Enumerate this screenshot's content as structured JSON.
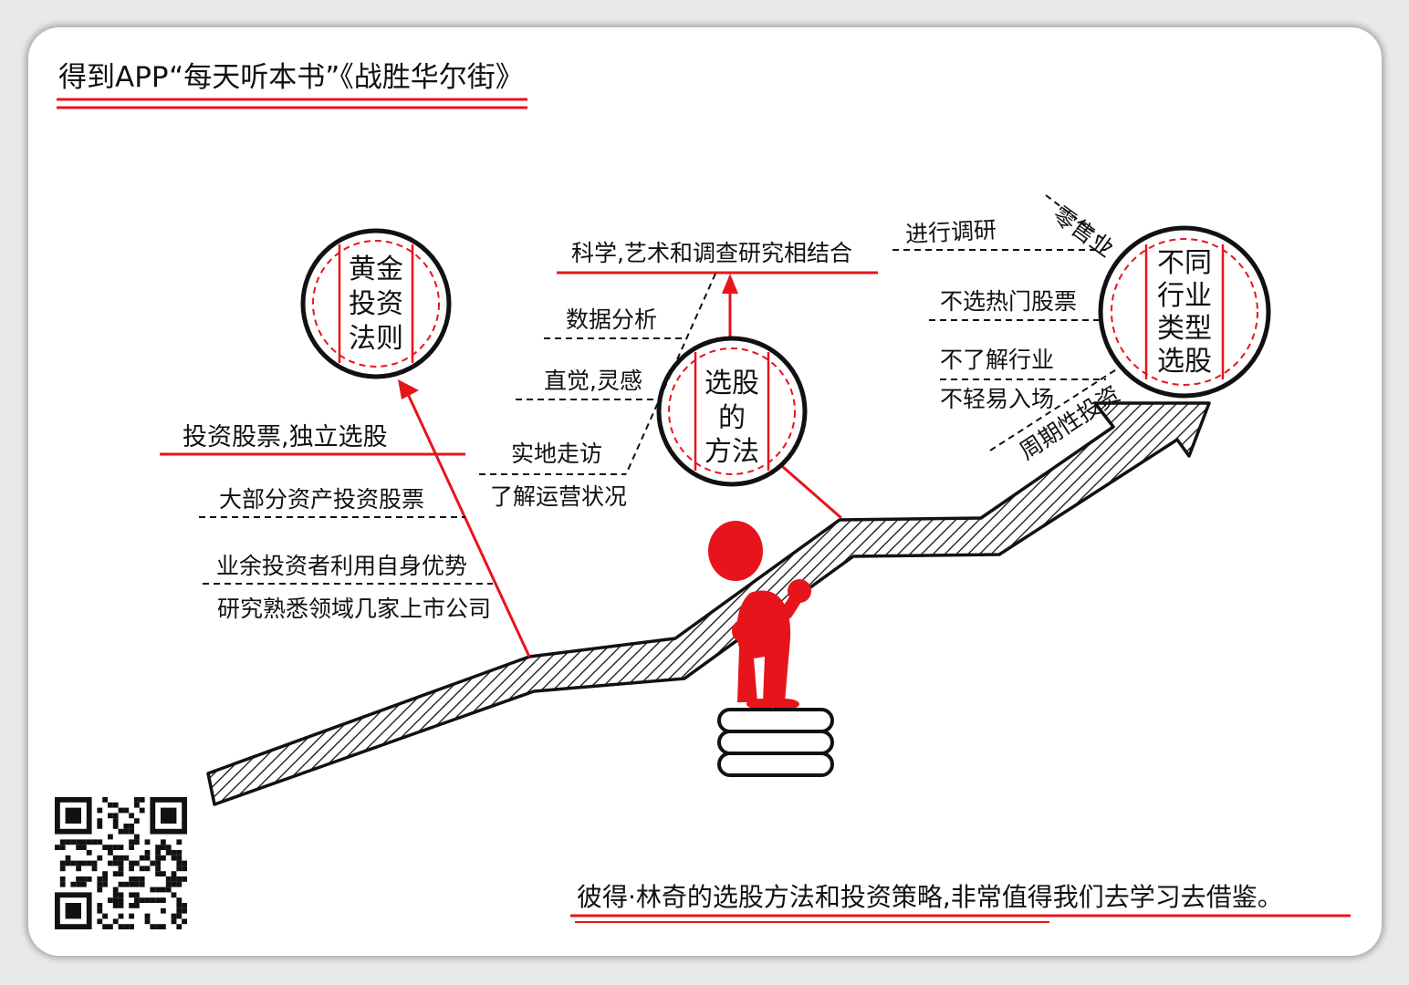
{
  "header": {
    "title": "得到APP“每天听本书”《战胜华尔街》"
  },
  "nodes": {
    "golden_rule": {
      "circle": [
        "黄金",
        "投资",
        "法则"
      ],
      "labels": [
        "投资股票,独立选股",
        "大部分资产投资股票",
        "业余投资者利用自身优势",
        "研究熟悉领域几家上市公司"
      ]
    },
    "method": {
      "circle": [
        "选股",
        "的",
        "方法"
      ],
      "top_label": "科学,艺术和调查研究相结合",
      "labels": [
        "数据分析",
        "直觉,灵感",
        "实地走访",
        "了解运营状况"
      ]
    },
    "industry": {
      "circle": [
        "不同",
        "行业",
        "类型",
        "选股"
      ],
      "labels": [
        "进行调研",
        "零售业",
        "不选热门股票",
        "不了解行业",
        "不轻易入场",
        "周期性投资"
      ]
    }
  },
  "footer": {
    "text": "彼得·林奇的选股方法和投资策略,非常值得我们去学习去借鉴。"
  },
  "colors": {
    "accent": "#e8141c",
    "ink": "#111111",
    "background": "#ffffff"
  },
  "icons": [
    "qr-code-icon",
    "stick-figure-icon",
    "book-stack-icon"
  ]
}
